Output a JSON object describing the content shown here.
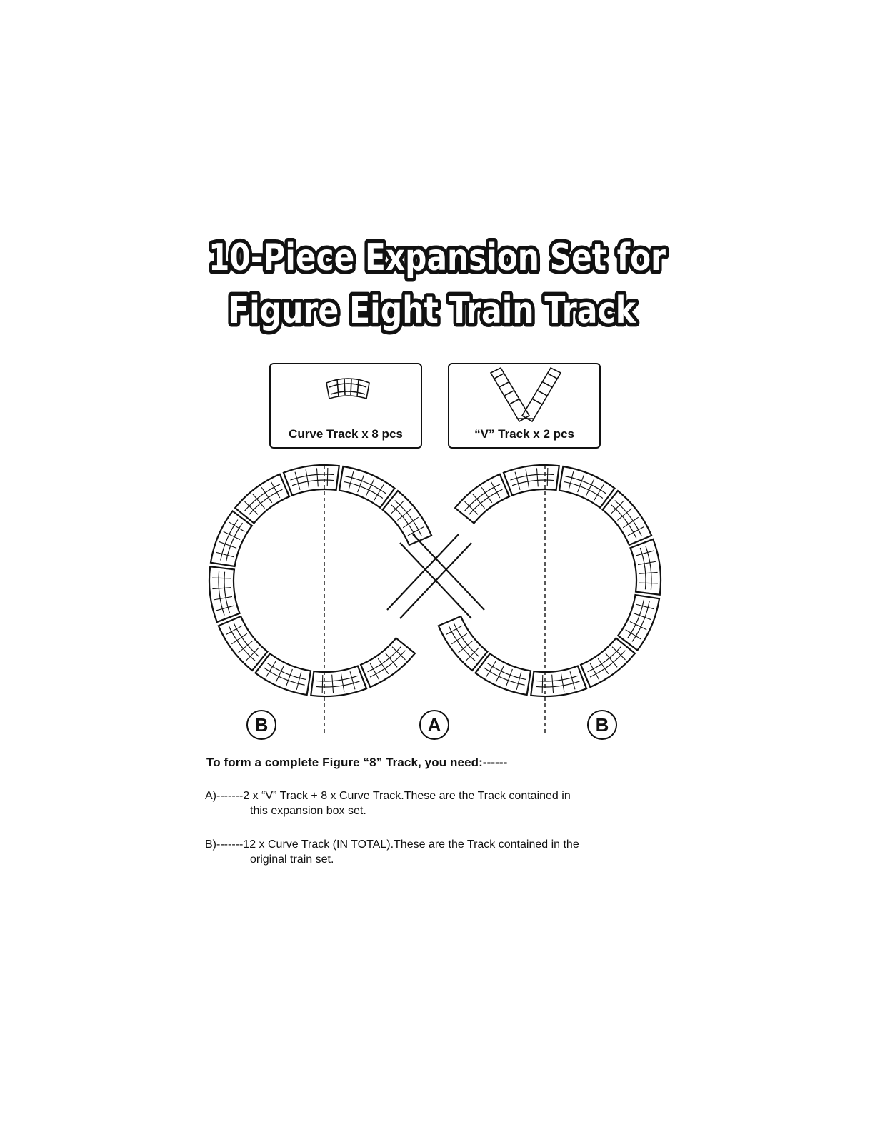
{
  "title": {
    "line1": "10-Piece Expansion Set for",
    "line2": "Figure Eight Train Track"
  },
  "parts": [
    {
      "label": "Curve Track x 8 pcs",
      "icon": "curve-track-icon"
    },
    {
      "label": "“V” Track x 2 pcs",
      "icon": "v-track-icon"
    }
  ],
  "diagram": {
    "section_markers": [
      "B",
      "A",
      "B"
    ]
  },
  "instructions": {
    "heading": "To form a complete Figure “8” Track, you need:------",
    "items": [
      {
        "prefix": "A)-------",
        "line1": "2 x “V” Track + 8 x Curve Track.These are the Track contained in",
        "line2": "this expansion box set."
      },
      {
        "prefix": "B)-------",
        "line1": "12 x Curve Track (IN TOTAL).These are the Track contained in the",
        "line2": "original train set."
      }
    ]
  },
  "colors": {
    "ink": "#111111",
    "paper": "#ffffff"
  }
}
